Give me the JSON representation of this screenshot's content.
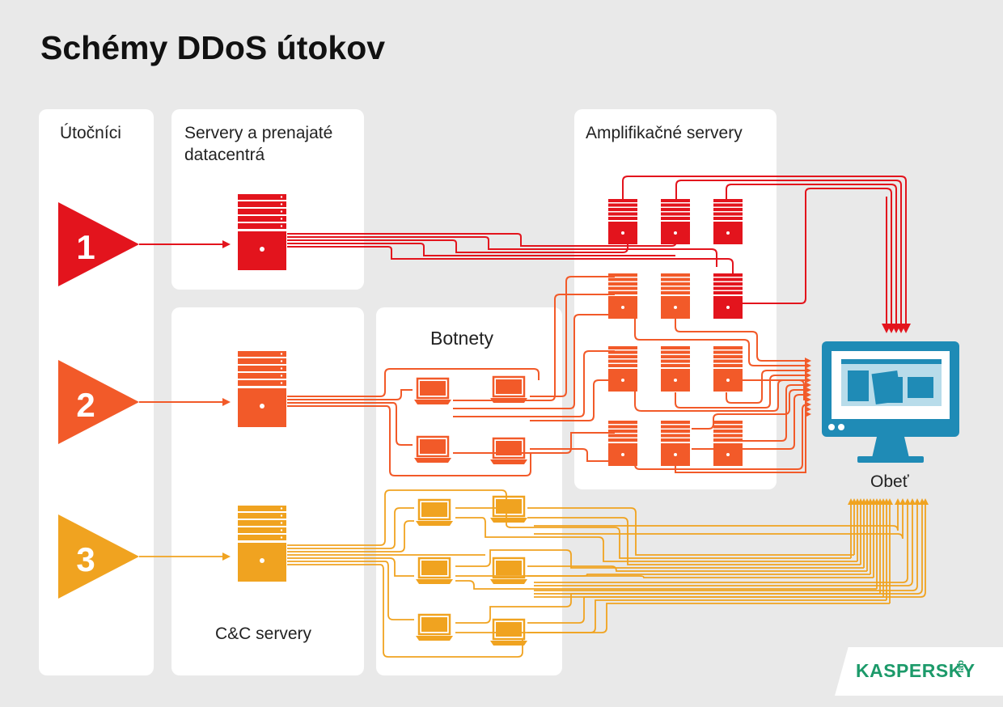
{
  "title": "Schémy DDoS útokov",
  "columns": {
    "attackers": "Útočníci",
    "servers": "Servery a prenajaté datacentrá",
    "amplification": "Amplifikačné servery",
    "botnets": "Botnety",
    "cc_servers": "C&C servery",
    "victim": "Obeť"
  },
  "attackers": [
    {
      "number": "1",
      "color": "#e3141d"
    },
    {
      "number": "2",
      "color": "#f25a29"
    },
    {
      "number": "3",
      "color": "#f0a320"
    }
  ],
  "colors": {
    "red": "#e3141d",
    "orange": "#f25a29",
    "amber": "#f0a320",
    "victim_blue": "#1f8bb6",
    "logo_green": "#1c9a6a",
    "background": "#e9e9e9"
  },
  "logo": {
    "text": "KASPERSKY",
    "suffix": "lab"
  }
}
